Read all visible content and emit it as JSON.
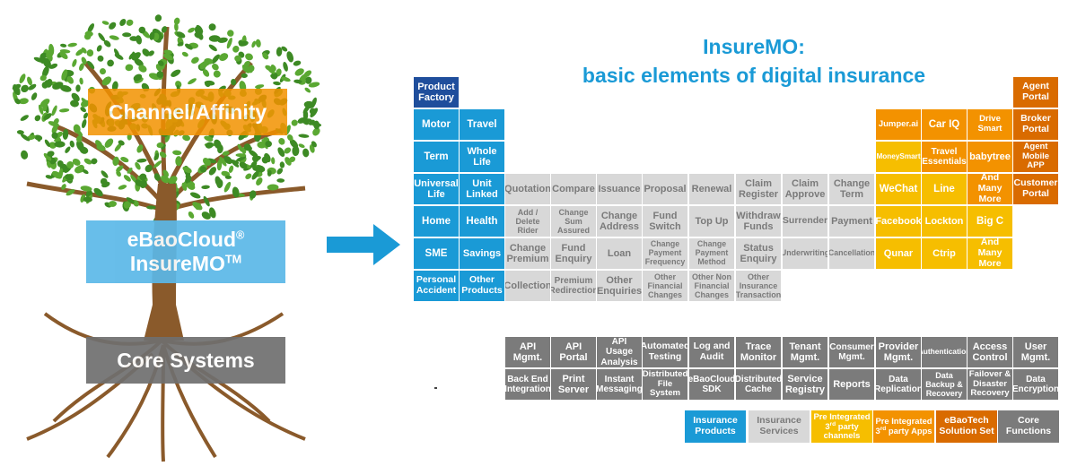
{
  "title": {
    "line1": "InsureMO:",
    "line2": "basic elements of digital insurance"
  },
  "tree": {
    "top_label": "Channel/Affinity",
    "middle_label": "eBaoCloud",
    "middle_label_mark": "®",
    "middle_label_line2": "InsureMO",
    "middle_label_tm": "TM",
    "bottom_label": "Core Systems",
    "colors": {
      "leaf": "#5aa832",
      "leaf_dark": "#3d8a24",
      "trunk": "#8a5a2b",
      "top_box": "#f39200",
      "middle_box": "#5bb8e8",
      "bottom_box": "#6f6f6f"
    }
  },
  "table": {
    "insurance": [
      {
        "id": "product-factory",
        "text": "Product Factory",
        "type": "factory"
      },
      {
        "id": "motor",
        "text": "Motor",
        "type": "insurance"
      },
      {
        "id": "travel",
        "text": "Travel",
        "type": "insurance"
      },
      {
        "id": "term",
        "text": "Term",
        "type": "insurance"
      },
      {
        "id": "whole-life",
        "text": "Whole Life",
        "type": "insurance"
      },
      {
        "id": "universal-life",
        "text": "Universal Life",
        "type": "insurance"
      },
      {
        "id": "unit-linked",
        "text": "Unit Linked",
        "type": "insurance"
      },
      {
        "id": "home",
        "text": "Home",
        "type": "insurance"
      },
      {
        "id": "health",
        "text": "Health",
        "type": "insurance"
      },
      {
        "id": "sme",
        "text": "SME",
        "type": "insurance"
      },
      {
        "id": "savings",
        "text": "Savings",
        "type": "insurance"
      },
      {
        "id": "personal-accident",
        "text": "Personal Accident",
        "type": "insurance"
      },
      {
        "id": "other-products",
        "text": "Other Products",
        "type": "insurance"
      }
    ],
    "services": [
      {
        "id": "quotation",
        "text": "Quotation"
      },
      {
        "id": "compare",
        "text": "Compare"
      },
      {
        "id": "issuance",
        "text": "Issuance"
      },
      {
        "id": "proposal",
        "text": "Proposal"
      },
      {
        "id": "renewal",
        "text": "Renewal"
      },
      {
        "id": "claim-register",
        "text": "Claim Register"
      },
      {
        "id": "claim-approve",
        "text": "Claim Approve"
      },
      {
        "id": "change-term",
        "text": "Change Term"
      },
      {
        "id": "add-delete-rider",
        "text": "Add / Delete Rider"
      },
      {
        "id": "change-sum-assured",
        "text": "Change Sum Assured"
      },
      {
        "id": "change-address",
        "text": "Change Address"
      },
      {
        "id": "fund-switch",
        "text": "Fund Switch"
      },
      {
        "id": "top-up",
        "text": "Top Up"
      },
      {
        "id": "withdraw-funds",
        "text": "Withdraw Funds"
      },
      {
        "id": "surrender",
        "text": "Surrender"
      },
      {
        "id": "payment",
        "text": "Payment"
      },
      {
        "id": "change-premium",
        "text": "Change Premium"
      },
      {
        "id": "fund-enquiry",
        "text": "Fund Enquiry"
      },
      {
        "id": "loan",
        "text": "Loan"
      },
      {
        "id": "change-payment-frequency",
        "text": "Change Payment Frequency"
      },
      {
        "id": "change-payment-method",
        "text": "Change Payment Method"
      },
      {
        "id": "status-enquiry",
        "text": "Status Enquiry"
      },
      {
        "id": "underwriting",
        "text": "Underwriting"
      },
      {
        "id": "cancellation",
        "text": "Cancellation"
      },
      {
        "id": "collection",
        "text": "Collection"
      },
      {
        "id": "premium-redirection",
        "text": "Premium Redirection"
      },
      {
        "id": "other-enquiries",
        "text": "Other Enquiries"
      },
      {
        "id": "other-financial-changes",
        "text": "Other Financial Changes"
      },
      {
        "id": "other-non-financial-changes",
        "text": "Other Non Financial Changes"
      },
      {
        "id": "other-insurance-transaction",
        "text": "Other Insurance Transaction"
      }
    ],
    "partners": [
      {
        "id": "jumper-ai",
        "text": "Jumper.ai",
        "type": "preorange"
      },
      {
        "id": "car-iq",
        "text": "Car IQ",
        "type": "preorange"
      },
      {
        "id": "drive-smart",
        "text": "Drive Smart",
        "type": "preorange"
      },
      {
        "id": "moneysmart",
        "text": "MoneySmart",
        "type": "preyellow"
      },
      {
        "id": "travel-essentials",
        "text": "Travel Essentials",
        "type": "preorange"
      },
      {
        "id": "babytree",
        "text": "babytree",
        "type": "preorange"
      },
      {
        "id": "wechat",
        "text": "WeChat",
        "type": "preyellow"
      },
      {
        "id": "line",
        "text": "Line",
        "type": "preyellow"
      },
      {
        "id": "and-many-more-1",
        "text": "And Many More",
        "type": "preorange"
      },
      {
        "id": "facebook",
        "text": "Facebook",
        "type": "preyellow"
      },
      {
        "id": "lockton",
        "text": "Lockton",
        "type": "preyellow"
      },
      {
        "id": "big-c",
        "text": "Big C",
        "type": "preyellow"
      },
      {
        "id": "qunar",
        "text": "Qunar",
        "type": "preyellow"
      },
      {
        "id": "ctrip",
        "text": "Ctrip",
        "type": "preyellow"
      },
      {
        "id": "and-many-more-2",
        "text": "And Many More",
        "type": "preyellow"
      },
      {
        "id": "agent-portal",
        "text": "Agent Portal",
        "type": "ebao"
      },
      {
        "id": "broker-portal",
        "text": "Broker Portal",
        "type": "ebao"
      },
      {
        "id": "agent-mobile-app",
        "text": "Agent Mobile APP",
        "type": "ebao"
      },
      {
        "id": "customer-portal",
        "text": "Customer Portal",
        "type": "ebao"
      }
    ],
    "core": [
      {
        "id": "api-mgmt",
        "text": "API Mgmt."
      },
      {
        "id": "api-portal",
        "text": "API Portal"
      },
      {
        "id": "api-usage-analysis",
        "text": "API Usage Analysis"
      },
      {
        "id": "automated-testing",
        "text": "Automated Testing"
      },
      {
        "id": "log-and-audit",
        "text": "Log and Audit"
      },
      {
        "id": "trace-monitor",
        "text": "Trace Monitor"
      },
      {
        "id": "tenant-mgmt",
        "text": "Tenant Mgmt."
      },
      {
        "id": "consumer-mgmt",
        "text": "Consumer Mgmt."
      },
      {
        "id": "provider-mgmt",
        "text": "Provider Mgmt."
      },
      {
        "id": "authentication",
        "text": "Authentication"
      },
      {
        "id": "access-control",
        "text": "Access Control"
      },
      {
        "id": "user-mgmt",
        "text": "User Mgmt."
      },
      {
        "id": "back-end-integration",
        "text": "Back End Integration"
      },
      {
        "id": "print-server",
        "text": "Print Server"
      },
      {
        "id": "instant-messaging",
        "text": "Instant Messaging"
      },
      {
        "id": "distributed-file-system",
        "text": "Distributed File System"
      },
      {
        "id": "ebaocloud-sdk",
        "text": "eBaoCloud SDK"
      },
      {
        "id": "distributed-cache",
        "text": "Distributed Cache"
      },
      {
        "id": "service-registry",
        "text": "Service Registry"
      },
      {
        "id": "reports",
        "text": "Reports"
      },
      {
        "id": "data-replication",
        "text": "Data Replication"
      },
      {
        "id": "data-backup-recovery",
        "text": "Data Backup & Recovery"
      },
      {
        "id": "failover-disaster-recovery",
        "text": "Failover & Disaster Recovery"
      },
      {
        "id": "data-encryption",
        "text": "Data Encryption"
      }
    ]
  },
  "legend": [
    {
      "id": "insurance-products",
      "text": "Insurance Products",
      "type": "insurance"
    },
    {
      "id": "insurance-services",
      "text": "Insurance Services",
      "type": "services"
    },
    {
      "id": "pre-integrated-channels",
      "pre": "Pre Integrated",
      "mid": "3",
      "sup": "rd",
      "post": "party channels",
      "type": "preyellow"
    },
    {
      "id": "pre-integrated-apps",
      "pre": "Pre Integrated",
      "mid": "3",
      "sup": "rd",
      "post": "party Apps",
      "type": "preorange"
    },
    {
      "id": "ebaotech-solution-set",
      "text": "eBaoTech Solution Set",
      "type": "ebao"
    },
    {
      "id": "core-functions",
      "text": "Core Functions",
      "type": "core"
    }
  ],
  "colors": {
    "title": "#1a9ad6",
    "arrow": "#1a9ad6"
  }
}
